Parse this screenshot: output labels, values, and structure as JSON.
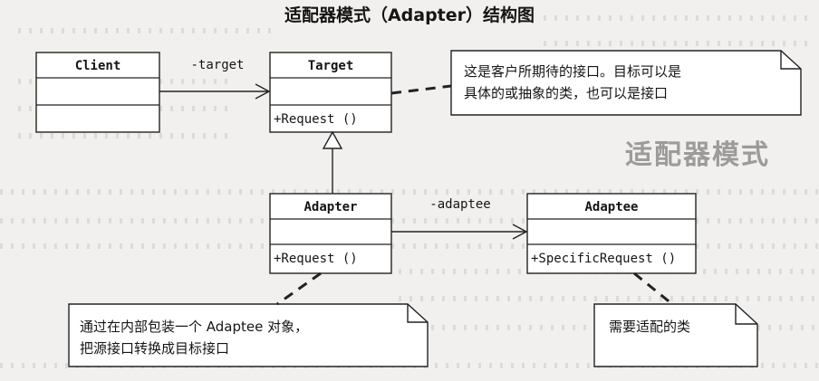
{
  "diagram": {
    "title": "适配器模式（Adapter）结构图",
    "classes": {
      "client": {
        "name": "Client"
      },
      "target": {
        "name": "Target",
        "operation": "+Request ()"
      },
      "adapter": {
        "name": "Adapter",
        "operation": "+Request ()"
      },
      "adaptee": {
        "name": "Adaptee",
        "operation": "+SpecificRequest ()"
      }
    },
    "associations": {
      "client_target": "-target",
      "adapter_adaptee": "-adaptee"
    },
    "notes": {
      "target_note": [
        "这是客户所期待的接口。目标可以是",
        "具体的或抽象的类，也可以是接口"
      ],
      "adapter_note": [
        "通过在内部包装一个 Adaptee 对象，",
        "把源接口转换成目标接口"
      ],
      "adaptee_note": [
        "需要适配的类"
      ]
    },
    "background_text": {
      "heading_fragment": "适配器模式"
    }
  }
}
